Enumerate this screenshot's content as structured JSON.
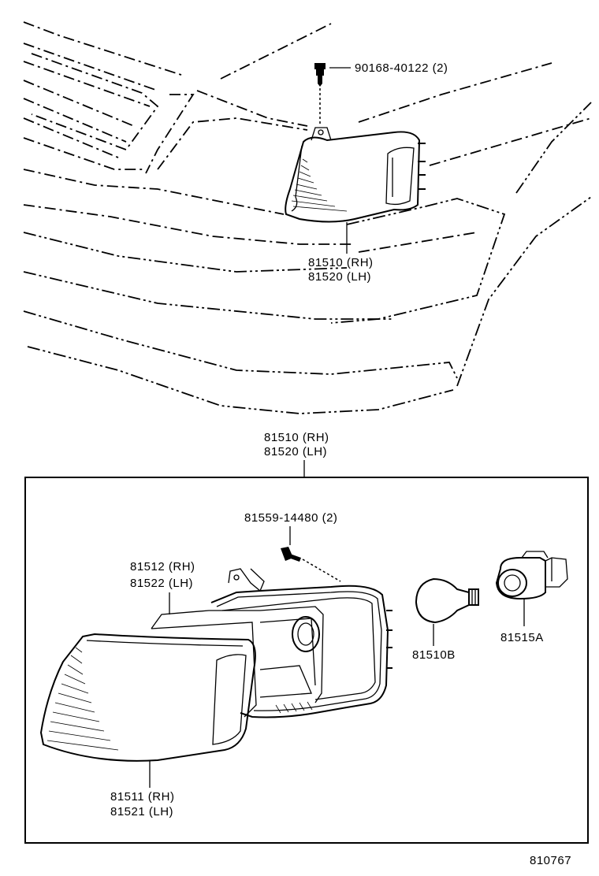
{
  "upper_view": {
    "screw_part": "90168-40122",
    "screw_qty": "(2)",
    "lamp_rh_part": "81510",
    "lamp_rh_side": "(RH)",
    "lamp_lh_part": "81520",
    "lamp_lh_side": "(LH)"
  },
  "assembly_box": {
    "rh_part": "81510",
    "rh_side": "(RH)",
    "lh_part": "81520",
    "lh_side": "(LH)"
  },
  "exploded_view": {
    "screw_part": "81559-14480",
    "screw_qty": "(2)",
    "gasket_rh_part": "81512",
    "gasket_rh_side": "(RH)",
    "gasket_lh_part": "81522",
    "gasket_lh_side": "(LH)",
    "bulb_part": "81510B",
    "socket_part": "81515A",
    "lens_rh_part": "81511",
    "lens_rh_side": "(RH)",
    "lens_lh_part": "81521",
    "lens_lh_side": "(LH)"
  },
  "diagram_number": "810767"
}
